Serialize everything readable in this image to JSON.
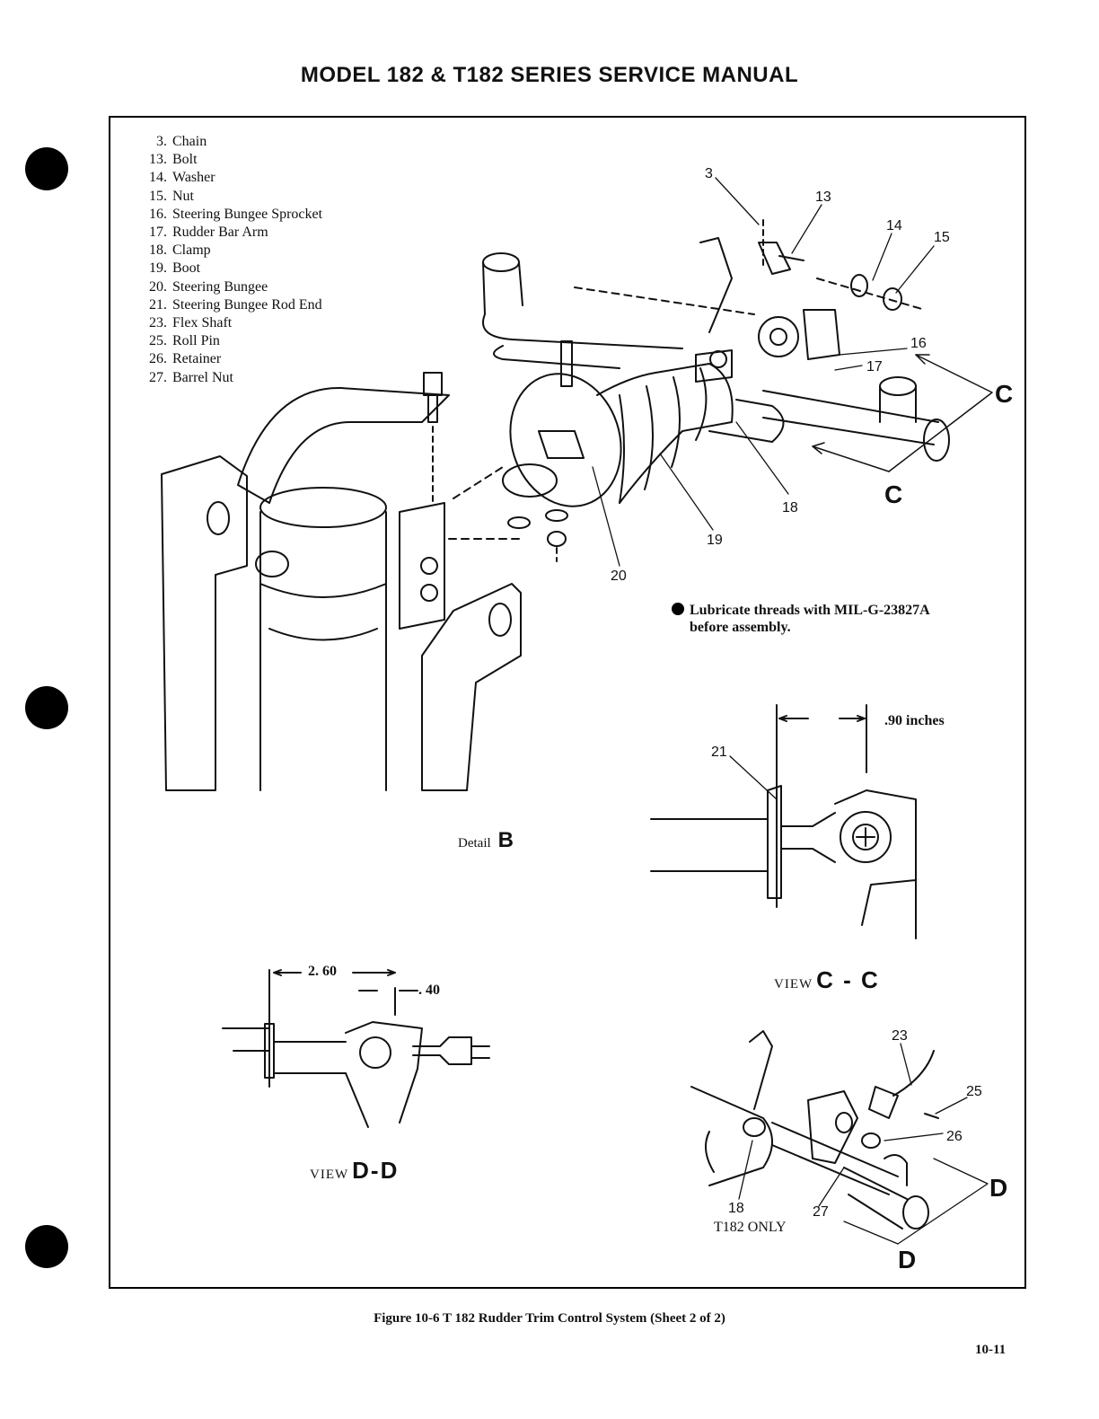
{
  "header": {
    "title": "MODEL 182 & T182 SERIES SERVICE MANUAL"
  },
  "legend": [
    {
      "num": "3.",
      "label": "Chain"
    },
    {
      "num": "13.",
      "label": "Bolt"
    },
    {
      "num": "14.",
      "label": "Washer"
    },
    {
      "num": "15.",
      "label": "Nut"
    },
    {
      "num": "16.",
      "label": "Steering Bungee Sprocket"
    },
    {
      "num": "17.",
      "label": "Rudder Bar Arm"
    },
    {
      "num": "18.",
      "label": "Clamp"
    },
    {
      "num": "19.",
      "label": "Boot"
    },
    {
      "num": "20.",
      "label": "Steering Bungee"
    },
    {
      "num": "21.",
      "label": "Steering Bungee Rod End"
    },
    {
      "num": "23.",
      "label": "Flex Shaft"
    },
    {
      "num": "25.",
      "label": "Roll Pin"
    },
    {
      "num": "26.",
      "label": "Retainer"
    },
    {
      "num": "27.",
      "label": "Barrel Nut"
    }
  ],
  "callouts": {
    "c3": "3",
    "c13": "13",
    "c14": "14",
    "c15": "15",
    "c16": "16",
    "c17": "17",
    "c18": "18",
    "c19": "19",
    "c20": "20",
    "c21": "21",
    "c23": "23",
    "c25": "25",
    "c26": "26",
    "c27": "27",
    "c18b": "18",
    "c": "C",
    "d": "D"
  },
  "note": {
    "text_line1": "Lubricate threads with MIL-G-23827A",
    "text_line2": "before assembly."
  },
  "detail_b": {
    "label": "Detail",
    "letter": "B"
  },
  "view_cc": {
    "label": "VIEW",
    "letters": "C - C",
    "dimension": ".90 inches"
  },
  "view_dd": {
    "label": "VIEW",
    "letters": "D-D",
    "dim_1": "2. 60",
    "dim_2": ". 40"
  },
  "t182_only": "T182 ONLY",
  "caption": "Figure 10-6 T 182 Rudder Trim Control System (Sheet  2 of 2)",
  "page_number": "10-11"
}
